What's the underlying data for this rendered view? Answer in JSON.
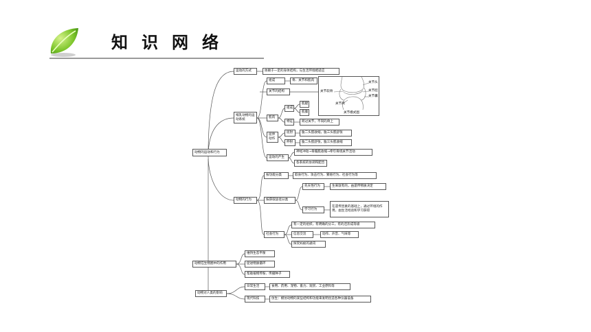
{
  "header": {
    "title": "知识网络"
  },
  "nodes": {
    "root": "动物的运动和行为",
    "move_mode": "运动的方式",
    "move_mode_desc": "依赖于一定的身体结构，与生活环境相适应",
    "mammal_system": "哺乳动物的运动系统",
    "composition": "组成",
    "composition_desc": "骨、关节和肌肉",
    "joint_structure": "关节的结构",
    "muscle": "肌肉",
    "muscle_composition": "组成",
    "tendon": "肌腱",
    "muscle_belly": "肌腹",
    "feature": "特征",
    "feature_desc": "跨过关节，不同的骨上",
    "cooperation": "屈伸动作",
    "flex": "屈肘",
    "flex_desc": "肱二头肌收缩，肱三头肌舒张",
    "extend": "伸肘",
    "extend_desc": "肱二头肌舒张，肱三头肌收缩",
    "movement_origin": "运动的产生",
    "origin_desc1": "神经冲动→骨骼肌收缩→牵引骨绕关节活动",
    "origin_desc2": "各系统的协调和配合",
    "behavior": "动物的行为",
    "function_class": "按功能分类",
    "function_desc": "取食行为、攻击行为、繁殖行为、社会行为等",
    "origin_class": "按获取途径分类",
    "innate": "先天性行为",
    "innate_desc": "生来就有的，由遗传物质决定",
    "learned": "学习行为",
    "learned_desc": "在遗传因素的基础上，通过环境的作用，由生活经验和学习获得",
    "social": "社会行为",
    "social_desc": "有一定的组织，有明确的分工，有的还形成等级",
    "communication": "信息交流",
    "communication_desc": "动作、声音、气味等",
    "colony_research": "探究蚂蚁的通讯",
    "ecosystem_role": "动物在生物圈中的作用",
    "role1": "维持生态平衡",
    "role2": "促进物质循环",
    "role3": "帮助植物传粉、传播种子",
    "human_relation": "动物对人类的影响",
    "daily_life": "日常生活",
    "daily_desc": "食用、药用、宠物、畜力、观赏、工业原料等",
    "bionics": "现代科技",
    "bionics_desc": "仿生：模仿动物的某些结构和功能来发明创造各种仪器设备"
  },
  "knee_labels": {
    "caption": "关节模式图",
    "joint_capsule": "关节软骨",
    "head": "关节头",
    "cavity": "关节腔",
    "socket": "关节窝",
    "capsule": "关节囊"
  }
}
